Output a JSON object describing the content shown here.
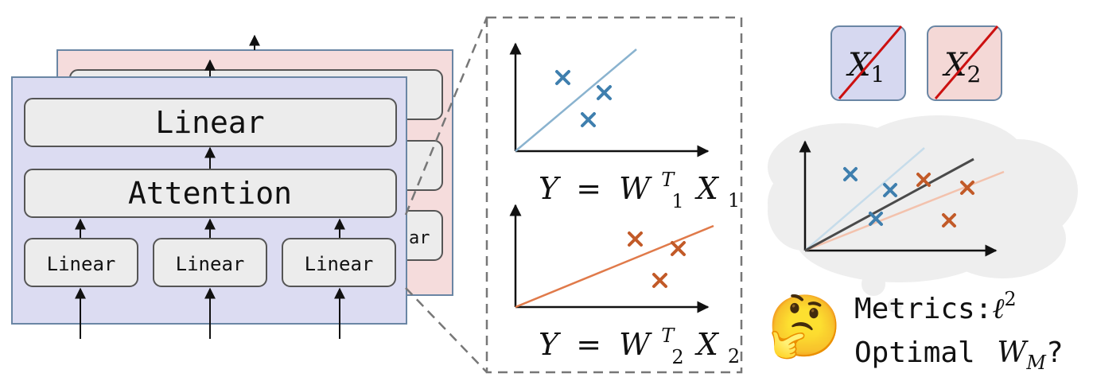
{
  "transformer": {
    "top_block": "Linear",
    "middle_block": "Attention",
    "input_blocks": [
      "Linear",
      "Linear",
      "Linear"
    ],
    "back_layer_partial": "ar"
  },
  "zoom_panel": {
    "eq1": {
      "lhs": "Y",
      "eq": "=",
      "w": "W",
      "w_sub": "1",
      "w_sup": "T",
      "x": "X",
      "x_sub": "1"
    },
    "eq2": {
      "lhs": "Y",
      "eq": "=",
      "w": "W",
      "w_sub": "2",
      "w_sup": "T",
      "x": "X",
      "x_sub": "2"
    }
  },
  "crossed_inputs": {
    "x1": {
      "letter": "X",
      "sub": "1",
      "fill": "#d6d8f0"
    },
    "x2": {
      "letter": "X",
      "sub": "2",
      "fill": "#f4d8d6"
    }
  },
  "question": {
    "emoji": "🤔",
    "metrics_label": "Metrics:",
    "metrics_symbol": "ℓ",
    "metrics_sup": "2",
    "optimal_label": "Optimal",
    "w": "W",
    "w_sub": "M",
    "qmark": "?"
  },
  "colors": {
    "blue_layer": "#dcdcf2",
    "pink_layer": "#f5dcdc",
    "block_fill": "#ececec",
    "blue_marks": "#3f7fae",
    "orange_marks": "#c25a28",
    "blue_line": "#8ab3cf",
    "orange_line": "#e07a4a",
    "dark_line": "#4a4a4a",
    "cross_red": "#cc1010"
  }
}
